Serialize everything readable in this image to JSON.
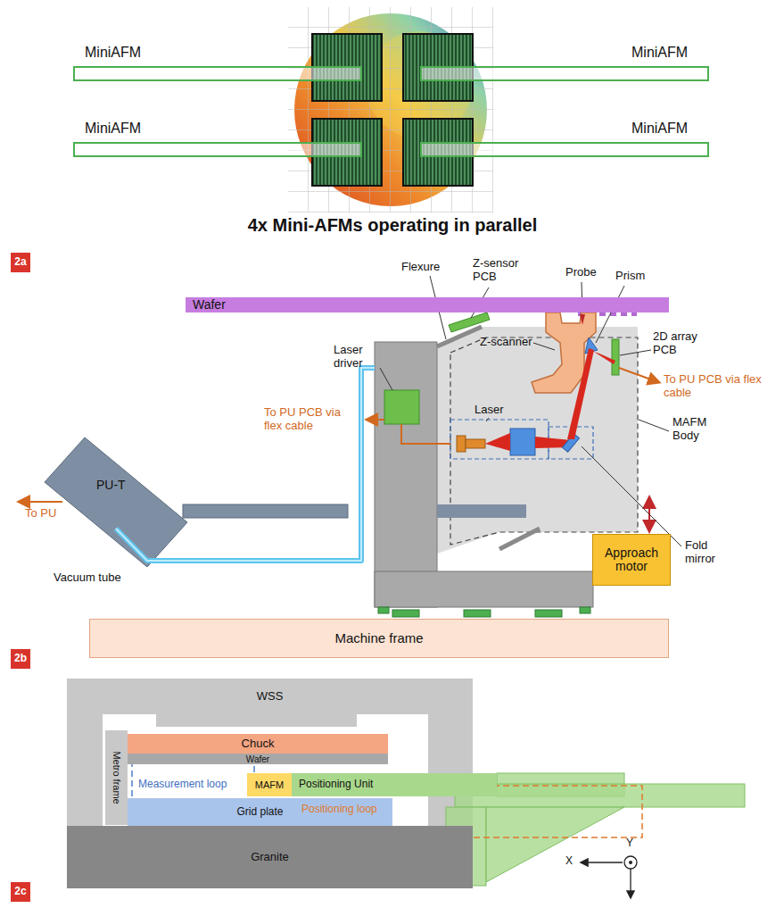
{
  "diagram": {
    "nodes": [
      {
        "text": [
          "Wafer"
        ]
      },
      {
        "text": [
          "Machine frame"
        ]
      },
      {
        "text": [
          "Approach motor"
        ]
      },
      {
        "text": [
          "WSS"
        ]
      },
      {
        "text": [
          "Chuck"
        ]
      },
      {
        "text": [
          "Wafer"
        ]
      },
      {
        "text": [
          "Metro frame"
        ]
      },
      {
        "text": [
          "MAFM"
        ]
      },
      {
        "text": [
          "Positioning Unit"
        ]
      },
      {
        "text": [
          "Grid plate"
        ]
      },
      {
        "text": [
          "Granite"
        ]
      }
    ],
    "labels": [
      "2a",
      "MiniAFM",
      "MiniAFM",
      "MiniAFM",
      "MiniAFM",
      "4x Mini-AFMs operating in parallel",
      "2b",
      "Flexure",
      "Z-sensor PCB",
      "Probe",
      "Prism",
      "Z-scanner",
      "2D array PCB",
      "Laser driver",
      "To PU PCB via flex cable",
      "Laser",
      "To PU PCB via flex cable",
      "MAFM Body",
      "PU-T",
      "To PU",
      "Vacuum tube",
      "Fold mirror",
      "2c",
      "Measurement loop",
      "Positioning loop",
      "X",
      "Y"
    ]
  }
}
